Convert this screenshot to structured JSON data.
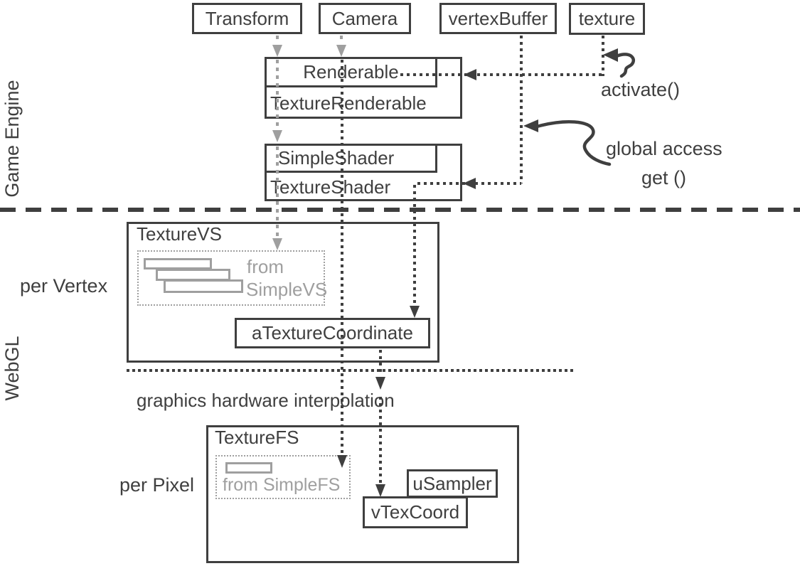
{
  "colors": {
    "dark": "#3f3f3f",
    "gray": "#9f9f9f",
    "background": "#ffffff"
  },
  "lanes": {
    "game_engine": "Game Engine",
    "webgl": "WebGL"
  },
  "stage_labels": {
    "per_vertex": "per Vertex",
    "per_pixel": "per Pixel",
    "interpolation": "graphics hardware interpolation"
  },
  "top_nodes": {
    "transform": "Transform",
    "camera": "Camera",
    "vertex_buffer": "vertexBuffer",
    "texture": "texture"
  },
  "engine_nodes": {
    "renderable": "Renderable",
    "texture_renderable": "TextureRenderable",
    "simple_shader": "SimpleShader",
    "texture_shader": "TextureShader"
  },
  "vertex_shader": {
    "title": "TextureVS",
    "reuse_note_line1": "from",
    "reuse_note_line2": "SimpleVS",
    "attribute": "aTextureCoordinate"
  },
  "fragment_shader": {
    "title": "TextureFS",
    "reuse_note": "from SimpleFS",
    "uniform": "uSampler",
    "varying": "vTexCoord"
  },
  "annotations": {
    "activate": "activate()",
    "global_access": "global access",
    "get": "get ()"
  }
}
